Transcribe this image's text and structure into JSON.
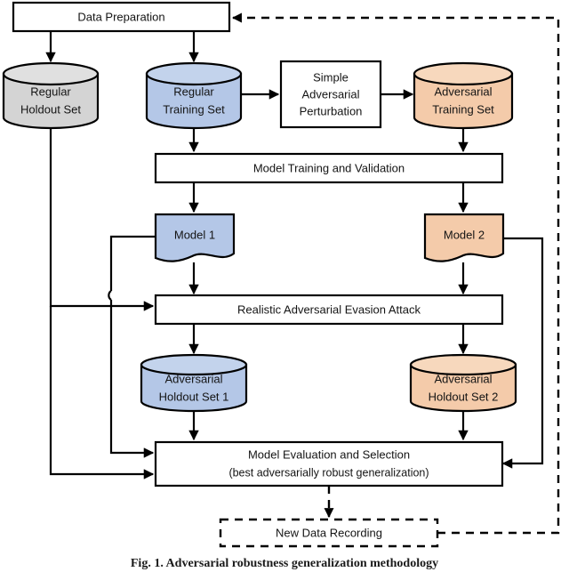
{
  "figure": {
    "title": "Adversarial robustness evaluation pipeline flowchart",
    "caption": "Fig. 1.  Adversarial robustness generalization methodology"
  },
  "colors": {
    "gray_fill": "#d4d4d4",
    "blue_fill": "#b4c7e7",
    "peach_fill": "#f4cbaa",
    "white_fill": "#ffffff",
    "stroke": "#000000"
  },
  "nodes": {
    "data_preparation": {
      "label": "Data Preparation",
      "shape": "process",
      "fill": "white"
    },
    "regular_holdout": {
      "line1": "Regular",
      "line2": "Holdout Set",
      "shape": "cylinder",
      "fill": "gray"
    },
    "regular_training": {
      "line1": "Regular",
      "line2": "Training Set",
      "shape": "cylinder",
      "fill": "blue"
    },
    "simple_perturbation": {
      "line1": "Simple",
      "line2": "Adversarial",
      "line3": "Perturbation",
      "shape": "process",
      "fill": "white"
    },
    "adversarial_training": {
      "line1": "Adversarial",
      "line2": "Training Set",
      "shape": "cylinder",
      "fill": "peach"
    },
    "model_training": {
      "label": "Model Training and Validation",
      "shape": "process",
      "fill": "white"
    },
    "model_1": {
      "label": "Model 1",
      "shape": "document",
      "fill": "blue"
    },
    "model_2": {
      "label": "Model 2",
      "shape": "document",
      "fill": "peach"
    },
    "evasion_attack": {
      "label": "Realistic Adversarial Evasion Attack",
      "shape": "process",
      "fill": "white"
    },
    "adv_holdout_1": {
      "line1": "Adversarial",
      "line2": "Holdout Set 1",
      "shape": "cylinder",
      "fill": "blue"
    },
    "adv_holdout_2": {
      "line1": "Adversarial",
      "line2": "Holdout Set 2",
      "shape": "cylinder",
      "fill": "peach"
    },
    "model_evaluation": {
      "line1": "Model Evaluation and Selection",
      "line2": "(best adversarially robust generalization)",
      "shape": "process",
      "fill": "white"
    },
    "new_data_recording": {
      "label": "New Data Recording",
      "shape": "dashed-process",
      "fill": "white"
    }
  },
  "edges": [
    {
      "name": "prep-to-holdout",
      "from": "data_preparation",
      "to": "regular_holdout",
      "style": "solid"
    },
    {
      "name": "prep-to-training",
      "from": "data_preparation",
      "to": "regular_training",
      "style": "solid"
    },
    {
      "name": "training-to-perturbation",
      "from": "regular_training",
      "to": "simple_perturbation",
      "style": "solid"
    },
    {
      "name": "perturbation-to-advtraining",
      "from": "simple_perturbation",
      "to": "adversarial_training",
      "style": "solid"
    },
    {
      "name": "training-to-modeltraining",
      "from": "regular_training",
      "to": "model_training",
      "style": "solid"
    },
    {
      "name": "advtraining-to-modeltraining",
      "from": "adversarial_training",
      "to": "model_training",
      "style": "solid"
    },
    {
      "name": "modeltraining-to-model1",
      "from": "model_training",
      "to": "model_1",
      "style": "solid"
    },
    {
      "name": "modeltraining-to-model2",
      "from": "model_training",
      "to": "model_2",
      "style": "solid"
    },
    {
      "name": "model1-to-attack",
      "from": "model_1",
      "to": "evasion_attack",
      "style": "solid"
    },
    {
      "name": "model2-to-attack",
      "from": "model_2",
      "to": "evasion_attack",
      "style": "solid"
    },
    {
      "name": "model1-side-to-evaluation",
      "from": "model_1",
      "to": "model_evaluation",
      "style": "solid"
    },
    {
      "name": "model2-side-to-evaluation",
      "from": "model_2",
      "to": "model_evaluation",
      "style": "solid"
    },
    {
      "name": "holdout-to-attack",
      "from": "regular_holdout",
      "to": "evasion_attack",
      "style": "solid"
    },
    {
      "name": "holdout-to-evaluation",
      "from": "regular_holdout",
      "to": "model_evaluation",
      "style": "solid"
    },
    {
      "name": "attack-to-advholdout1",
      "from": "evasion_attack",
      "to": "adv_holdout_1",
      "style": "solid"
    },
    {
      "name": "attack-to-advholdout2",
      "from": "evasion_attack",
      "to": "adv_holdout_2",
      "style": "solid"
    },
    {
      "name": "advholdout1-to-evaluation",
      "from": "adv_holdout_1",
      "to": "model_evaluation",
      "style": "solid"
    },
    {
      "name": "advholdout2-to-evaluation",
      "from": "adv_holdout_2",
      "to": "model_evaluation",
      "style": "solid"
    },
    {
      "name": "evaluation-to-newdata",
      "from": "model_evaluation",
      "to": "new_data_recording",
      "style": "dashed"
    },
    {
      "name": "newdata-to-preparation-feedback",
      "from": "new_data_recording",
      "to": "data_preparation",
      "style": "dashed"
    }
  ]
}
